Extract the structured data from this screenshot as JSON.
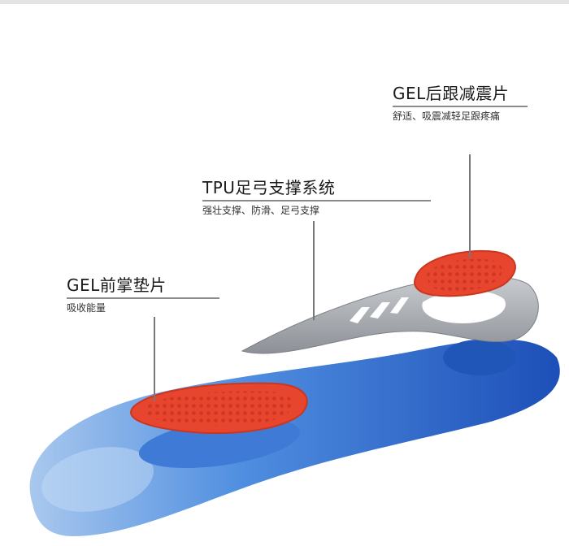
{
  "callouts": {
    "heel_gel": {
      "title": "GEL后跟减震片",
      "subtitle": "舒适、吸震减轻足跟疼痛"
    },
    "tpu_arch": {
      "title": "TPU足弓支撑系统",
      "subtitle": "强壮支撑、防滑、足弓支撑"
    },
    "forefoot_gel": {
      "title": "GEL前掌垫片",
      "subtitle": "吸收能量"
    }
  },
  "colors": {
    "gel_pad": "#e8452e",
    "insole_blue": "#2f6fd0",
    "tpu_gray": "#a9adb3",
    "line": "#777777"
  }
}
